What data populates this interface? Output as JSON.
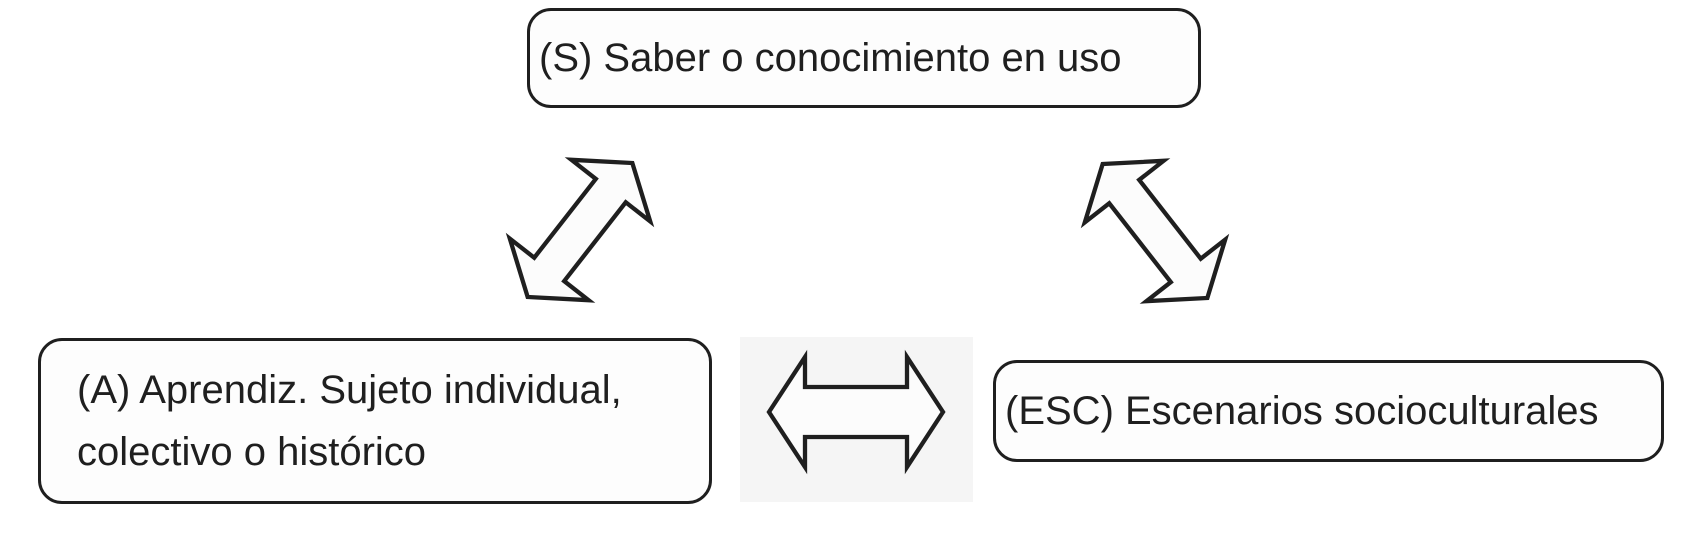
{
  "diagram": {
    "description": "Triangular bidirectional relationship diagram with three rounded boxes",
    "nodes": {
      "s": {
        "label": "(S) Saber o conocimiento en uso"
      },
      "a": {
        "lines": [
          "(A) Aprendiz. Sujeto individual,",
          "colectivo o histórico"
        ]
      },
      "esc": {
        "label": "(ESC) Escenarios socioculturales"
      }
    },
    "edges": [
      {
        "from": "s",
        "to": "a",
        "bidirectional": true
      },
      {
        "from": "s",
        "to": "esc",
        "bidirectional": true
      },
      {
        "from": "a",
        "to": "esc",
        "bidirectional": true
      }
    ],
    "colors": {
      "background": "#ffffff",
      "box_fill": "#fdfdfd",
      "outline": "#1f1f1f",
      "text": "#1f1f1f",
      "arrow_fill": "#fcfcfc",
      "patch": "#f5f5f5"
    }
  }
}
